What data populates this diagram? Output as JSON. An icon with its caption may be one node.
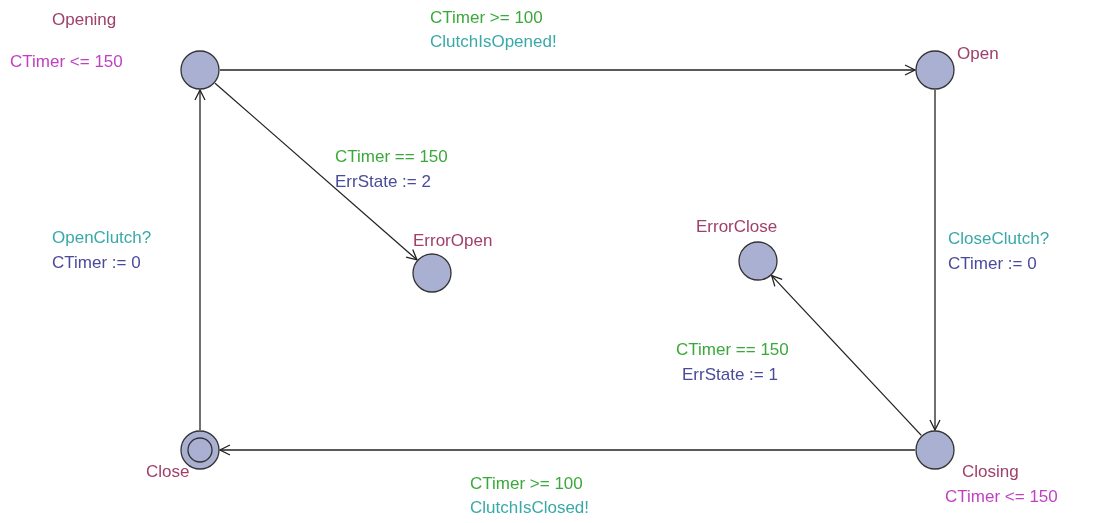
{
  "diagram": {
    "nodes": [
      {
        "text": [],
        "shape": "circle",
        "beside": [
          "Opening",
          "CTimer <= 150"
        ]
      },
      {
        "text": [],
        "shape": "circle",
        "beside": [
          "Open"
        ]
      },
      {
        "text": [],
        "shape": "circle",
        "beside": [
          "ErrorOpen"
        ]
      },
      {
        "text": [],
        "shape": "circle",
        "beside": [
          "ErrorClose"
        ]
      },
      {
        "text": [],
        "shape": "doublecircle",
        "beside": [
          "Close"
        ]
      },
      {
        "text": [],
        "shape": "circle",
        "beside": [
          "Closing",
          "CTimer <= 150"
        ]
      }
    ],
    "edges": [
      {
        "from": 0,
        "to": 1,
        "arrow": "to"
      },
      {
        "from": 0,
        "to": 2,
        "arrow": "to"
      },
      {
        "from": 1,
        "to": 5,
        "arrow": "to"
      },
      {
        "from": 5,
        "to": 3,
        "arrow": "to"
      },
      {
        "from": 5,
        "to": 4,
        "arrow": "to"
      },
      {
        "from": 4,
        "to": 0,
        "arrow": "to"
      }
    ],
    "labels": [
      "CTimer >= 100",
      "ClutchIsOpened!",
      "CTimer == 150",
      "ErrState := 2",
      "OpenClutch?",
      "CTimer := 0",
      "CloseClutch?",
      "CTimer := 0",
      "CTimer == 150",
      "ErrState := 1",
      "CTimer >= 100",
      "ClutchIsClosed!"
    ]
  }
}
